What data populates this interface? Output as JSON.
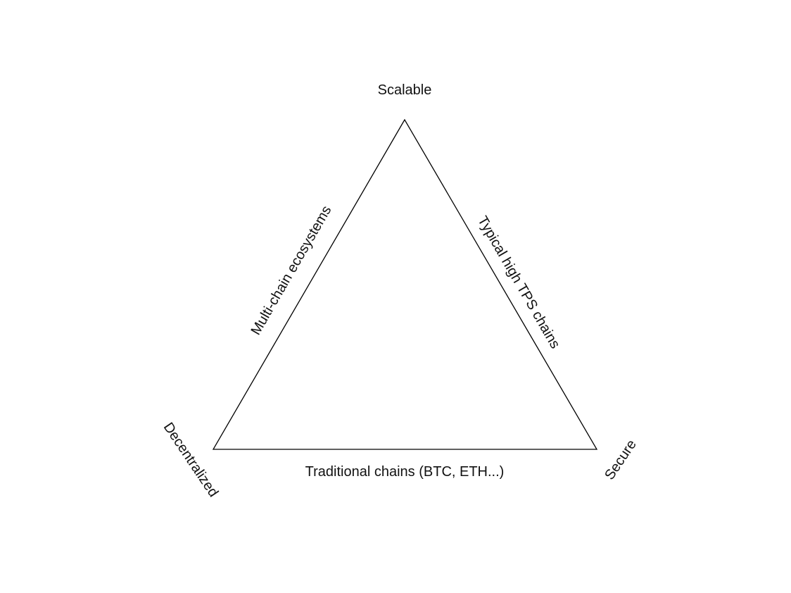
{
  "diagram": {
    "vertices": {
      "top": "Scalable",
      "bottom_left": "Decentralized",
      "bottom_right": "Secure"
    },
    "edges": {
      "left": "Multi-chain ecosystems",
      "right": "Typical high TPS chains",
      "bottom": "Traditional chains (BTC, ETH...)"
    },
    "stroke_color": "#000000",
    "background_color": "#ffffff"
  }
}
